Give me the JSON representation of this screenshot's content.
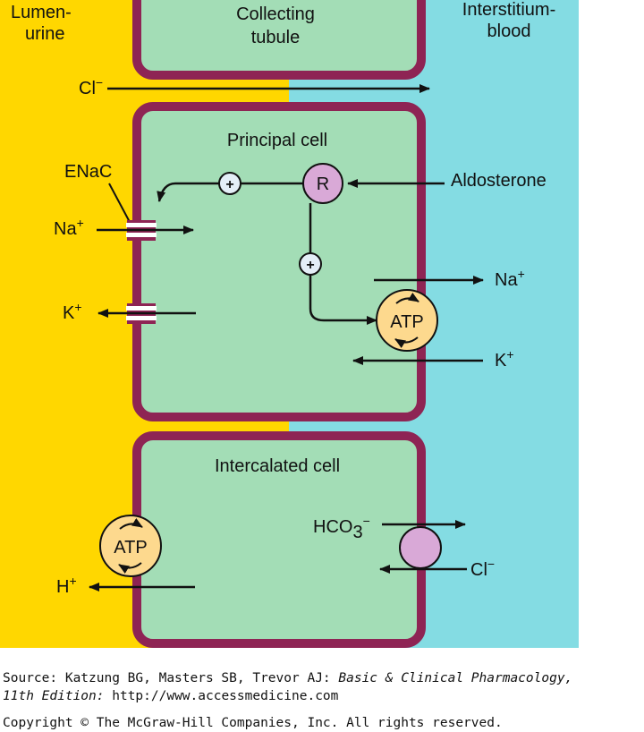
{
  "labels": {
    "lumen_line1": "Lumen-",
    "lumen_line2": "urine",
    "tubule_line1": "Collecting",
    "tubule_line2": "tubule",
    "interstitium_line1": "Interstitium-",
    "interstitium_line2": "blood",
    "cl_top": "Cl",
    "principal_cell": "Principal cell",
    "enac": "ENaC",
    "receptor": "R",
    "aldosterone": "Aldosterone",
    "plus": "+",
    "na_lumen": "Na",
    "k_lumen": "K",
    "atp_principal": "ATP",
    "na_blood": "Na",
    "k_blood": "K",
    "intercalated_cell": "Intercalated cell",
    "hco3": "HCO",
    "hco3_sub": "3",
    "cl_blood": "Cl",
    "atp_intercalated": "ATP",
    "h_lumen": "H"
  },
  "charges": {
    "minus": "−",
    "plus": "+"
  },
  "caption": {
    "source_prefix": "Source: Katzung BG, Masters SB, Trevor AJ: ",
    "book_title": "Basic & Clinical Pharmacology,",
    "edition": "11th Edition:",
    "url": " http://www.accessmedicine.com",
    "copyright": "Copyright © The McGraw-Hill Companies, Inc. All rights reserved."
  },
  "colors": {
    "lumen": "#FFD700",
    "interstitium": "#84DCE3",
    "cell": "#A3DDB6",
    "membrane": "#8E2454",
    "atp": "#FDD98E",
    "receptor": "#D9A9D7",
    "plus_circle": "#E4EEF7"
  }
}
